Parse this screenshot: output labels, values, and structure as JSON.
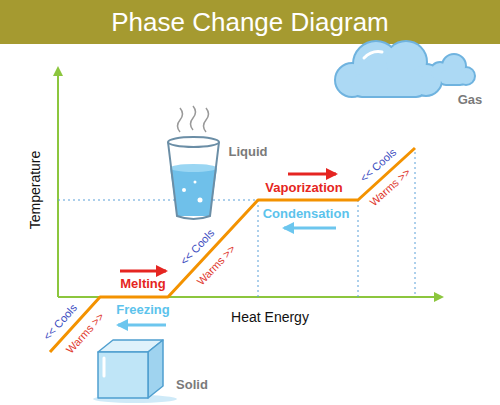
{
  "diagram": {
    "title": "Phase Change Diagram",
    "labels": [
      "Gas",
      "Liquid",
      "Vaporization",
      "<< Cools",
      "Warms >>",
      "Condensation",
      "Temperature",
      "<< Cools",
      "Warms >>",
      "Melting",
      "Heat Energy",
      "<< Cools",
      "Warms >>",
      "Freezing",
      "Solid"
    ]
  }
}
